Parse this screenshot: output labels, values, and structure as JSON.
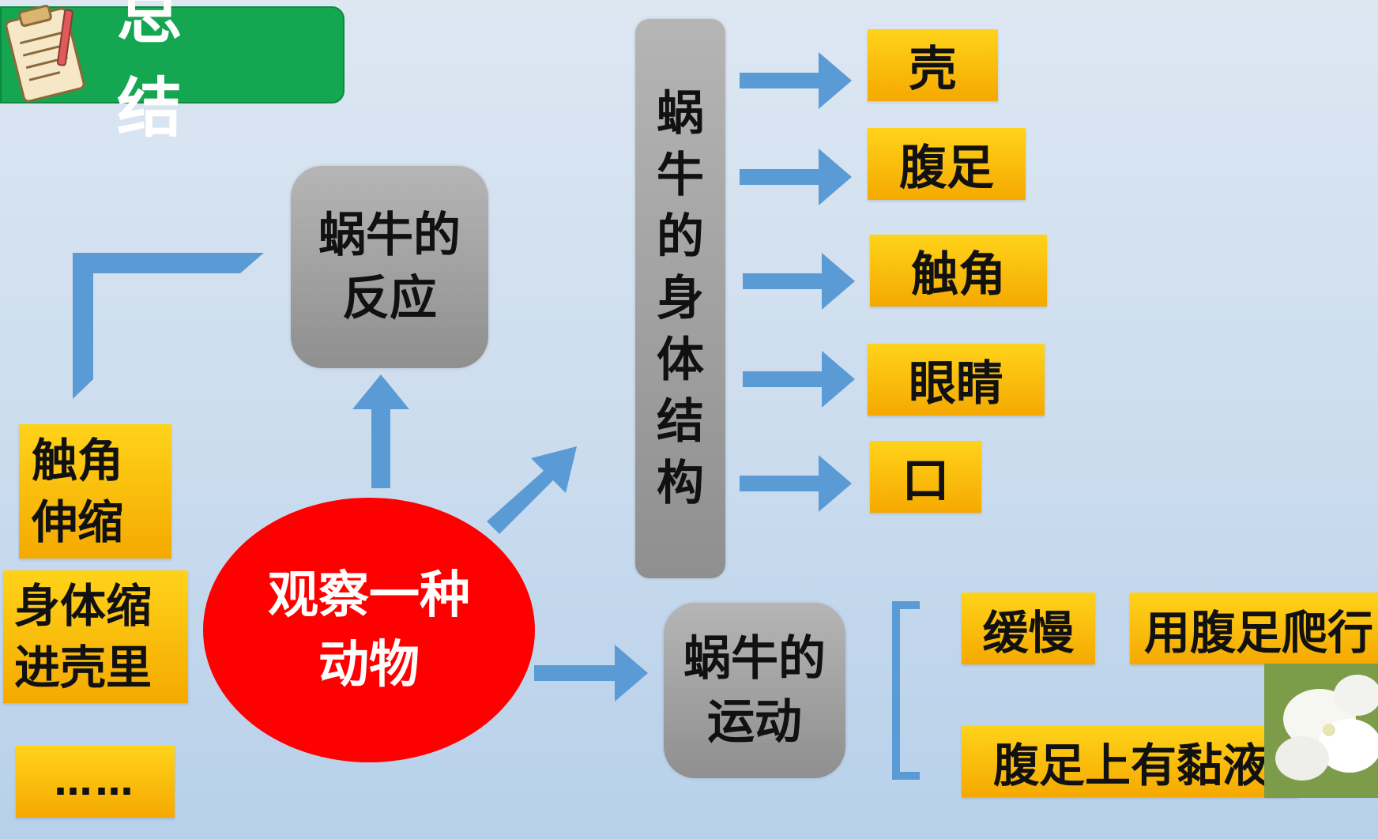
{
  "title": "总结",
  "center": "观察一种动物",
  "reaction": {
    "label": "蜗牛的反应",
    "items": [
      "触角伸缩",
      "身体缩进壳里",
      "……"
    ]
  },
  "structure": {
    "label": "蜗牛的身体结构",
    "parts": [
      "壳",
      "腹足",
      "触角",
      "眼睛",
      "口"
    ]
  },
  "movement": {
    "label": "蜗牛的运动",
    "items": [
      "缓慢",
      "用腹足爬行",
      "腹足上有黏液"
    ]
  },
  "colors": {
    "title_green": "#14a650",
    "oval_red": "#ff0000",
    "box_yellow": "#ffc000",
    "box_gray": "#a6a6a6",
    "arrow_blue": "#5b9bd5"
  },
  "icons": [
    "clipboard-icon",
    "flower-image"
  ]
}
